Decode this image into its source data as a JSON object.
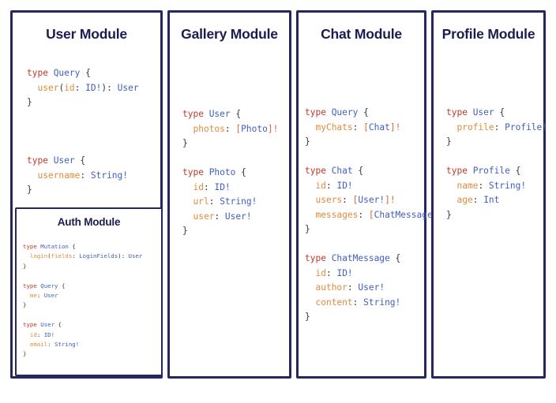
{
  "colors": {
    "panel_border": "#26275e",
    "title_text": "#1b1c50",
    "page_background": "#ffffff",
    "keyword": "#c0392b",
    "type_name": "#3f5fc0",
    "field_name": "#e08b3c",
    "punctuation": "#3a3a3a",
    "list_bracket": "#d06a3a"
  },
  "panels": {
    "user": {
      "title": "User Module",
      "code_lines": [
        [
          {
            "t": "type ",
            "c": "kw"
          },
          {
            "t": "Query",
            "c": "type"
          },
          {
            "t": " {",
            "c": "punct"
          }
        ],
        [
          {
            "t": "  ",
            "c": "punct"
          },
          {
            "t": "user",
            "c": "field"
          },
          {
            "t": "(",
            "c": "punct"
          },
          {
            "t": "id",
            "c": "field"
          },
          {
            "t": ": ",
            "c": "punct"
          },
          {
            "t": "ID!",
            "c": "type"
          },
          {
            "t": ")",
            "c": "punct"
          },
          {
            "t": ": ",
            "c": "punct"
          },
          {
            "t": "User",
            "c": "type"
          }
        ],
        [
          {
            "t": "}",
            "c": "punct"
          }
        ],
        [],
        [],
        [],
        [
          {
            "t": "type ",
            "c": "kw"
          },
          {
            "t": "User",
            "c": "type"
          },
          {
            "t": " {",
            "c": "punct"
          }
        ],
        [
          {
            "t": "  ",
            "c": "punct"
          },
          {
            "t": "username",
            "c": "field"
          },
          {
            "t": ": ",
            "c": "punct"
          },
          {
            "t": "String!",
            "c": "type"
          }
        ],
        [
          {
            "t": "}",
            "c": "punct"
          }
        ]
      ]
    },
    "auth": {
      "title": "Auth Module",
      "code_lines": [
        [
          {
            "t": "type ",
            "c": "kw"
          },
          {
            "t": "Mutation",
            "c": "type"
          },
          {
            "t": " {",
            "c": "punct"
          }
        ],
        [
          {
            "t": "  ",
            "c": "punct"
          },
          {
            "t": "login",
            "c": "field"
          },
          {
            "t": "(",
            "c": "punct"
          },
          {
            "t": "fields",
            "c": "field"
          },
          {
            "t": ": ",
            "c": "punct"
          },
          {
            "t": "LoginFields",
            "c": "type"
          },
          {
            "t": ")",
            "c": "punct"
          },
          {
            "t": ": ",
            "c": "punct"
          },
          {
            "t": "User",
            "c": "type"
          }
        ],
        [
          {
            "t": "}",
            "c": "punct"
          }
        ],
        [],
        [
          {
            "t": "type ",
            "c": "kw"
          },
          {
            "t": "Query",
            "c": "type"
          },
          {
            "t": " {",
            "c": "punct"
          }
        ],
        [
          {
            "t": "  ",
            "c": "punct"
          },
          {
            "t": "me",
            "c": "field"
          },
          {
            "t": ": ",
            "c": "punct"
          },
          {
            "t": "User",
            "c": "type"
          }
        ],
        [
          {
            "t": "}",
            "c": "punct"
          }
        ],
        [],
        [
          {
            "t": "type ",
            "c": "kw"
          },
          {
            "t": "User",
            "c": "type"
          },
          {
            "t": " {",
            "c": "punct"
          }
        ],
        [
          {
            "t": "  ",
            "c": "punct"
          },
          {
            "t": "id",
            "c": "field"
          },
          {
            "t": ": ",
            "c": "punct"
          },
          {
            "t": "ID!",
            "c": "type"
          }
        ],
        [
          {
            "t": "  ",
            "c": "punct"
          },
          {
            "t": "email",
            "c": "field"
          },
          {
            "t": ": ",
            "c": "punct"
          },
          {
            "t": "String!",
            "c": "type"
          }
        ],
        [
          {
            "t": "}",
            "c": "punct"
          }
        ]
      ]
    },
    "gallery": {
      "title": "Gallery Module",
      "code_lines": [
        [
          {
            "t": "type ",
            "c": "kw"
          },
          {
            "t": "User",
            "c": "type"
          },
          {
            "t": " {",
            "c": "punct"
          }
        ],
        [
          {
            "t": "  ",
            "c": "punct"
          },
          {
            "t": "photos",
            "c": "field"
          },
          {
            "t": ": ",
            "c": "punct"
          },
          {
            "t": "[",
            "c": "bracket"
          },
          {
            "t": "Photo",
            "c": "type"
          },
          {
            "t": "]!",
            "c": "bracket"
          }
        ],
        [
          {
            "t": "}",
            "c": "punct"
          }
        ],
        [],
        [
          {
            "t": "type ",
            "c": "kw"
          },
          {
            "t": "Photo",
            "c": "type"
          },
          {
            "t": " {",
            "c": "punct"
          }
        ],
        [
          {
            "t": "  ",
            "c": "punct"
          },
          {
            "t": "id",
            "c": "field"
          },
          {
            "t": ": ",
            "c": "punct"
          },
          {
            "t": "ID!",
            "c": "type"
          }
        ],
        [
          {
            "t": "  ",
            "c": "punct"
          },
          {
            "t": "url",
            "c": "field"
          },
          {
            "t": ": ",
            "c": "punct"
          },
          {
            "t": "String!",
            "c": "type"
          }
        ],
        [
          {
            "t": "  ",
            "c": "punct"
          },
          {
            "t": "user",
            "c": "field"
          },
          {
            "t": ": ",
            "c": "punct"
          },
          {
            "t": "User!",
            "c": "type"
          }
        ],
        [
          {
            "t": "}",
            "c": "punct"
          }
        ]
      ]
    },
    "chat": {
      "title": "Chat Module",
      "code_lines": [
        [
          {
            "t": "type ",
            "c": "kw"
          },
          {
            "t": "Query",
            "c": "type"
          },
          {
            "t": " {",
            "c": "punct"
          }
        ],
        [
          {
            "t": "  ",
            "c": "punct"
          },
          {
            "t": "myChats",
            "c": "field"
          },
          {
            "t": ": ",
            "c": "punct"
          },
          {
            "t": "[",
            "c": "bracket"
          },
          {
            "t": "Chat",
            "c": "type"
          },
          {
            "t": "]!",
            "c": "bracket"
          }
        ],
        [
          {
            "t": "}",
            "c": "punct"
          }
        ],
        [],
        [
          {
            "t": "type ",
            "c": "kw"
          },
          {
            "t": "Chat",
            "c": "type"
          },
          {
            "t": " {",
            "c": "punct"
          }
        ],
        [
          {
            "t": "  ",
            "c": "punct"
          },
          {
            "t": "id",
            "c": "field"
          },
          {
            "t": ": ",
            "c": "punct"
          },
          {
            "t": "ID!",
            "c": "type"
          }
        ],
        [
          {
            "t": "  ",
            "c": "punct"
          },
          {
            "t": "users",
            "c": "field"
          },
          {
            "t": ": ",
            "c": "punct"
          },
          {
            "t": "[",
            "c": "bracket"
          },
          {
            "t": "User!",
            "c": "type"
          },
          {
            "t": "]!",
            "c": "bracket"
          }
        ],
        [
          {
            "t": "  ",
            "c": "punct"
          },
          {
            "t": "messages",
            "c": "field"
          },
          {
            "t": ": ",
            "c": "punct"
          },
          {
            "t": "[",
            "c": "bracket"
          },
          {
            "t": "ChatMessage",
            "c": "type"
          },
          {
            "t": "]!",
            "c": "bracket"
          }
        ],
        [
          {
            "t": "}",
            "c": "punct"
          }
        ],
        [],
        [
          {
            "t": "type ",
            "c": "kw"
          },
          {
            "t": "ChatMessage",
            "c": "type"
          },
          {
            "t": " {",
            "c": "punct"
          }
        ],
        [
          {
            "t": "  ",
            "c": "punct"
          },
          {
            "t": "id",
            "c": "field"
          },
          {
            "t": ": ",
            "c": "punct"
          },
          {
            "t": "ID!",
            "c": "type"
          }
        ],
        [
          {
            "t": "  ",
            "c": "punct"
          },
          {
            "t": "author",
            "c": "field"
          },
          {
            "t": ": ",
            "c": "punct"
          },
          {
            "t": "User!",
            "c": "type"
          }
        ],
        [
          {
            "t": "  ",
            "c": "punct"
          },
          {
            "t": "content",
            "c": "field"
          },
          {
            "t": ": ",
            "c": "punct"
          },
          {
            "t": "String!",
            "c": "type"
          }
        ],
        [
          {
            "t": "}",
            "c": "punct"
          }
        ]
      ]
    },
    "profile": {
      "title": "Profile Module",
      "code_lines": [
        [
          {
            "t": "type ",
            "c": "kw"
          },
          {
            "t": "User",
            "c": "type"
          },
          {
            "t": " {",
            "c": "punct"
          }
        ],
        [
          {
            "t": "  ",
            "c": "punct"
          },
          {
            "t": "profile",
            "c": "field"
          },
          {
            "t": ": ",
            "c": "punct"
          },
          {
            "t": "Profile!",
            "c": "type"
          }
        ],
        [
          {
            "t": "}",
            "c": "punct"
          }
        ],
        [],
        [
          {
            "t": "type ",
            "c": "kw"
          },
          {
            "t": "Profile",
            "c": "type"
          },
          {
            "t": " {",
            "c": "punct"
          }
        ],
        [
          {
            "t": "  ",
            "c": "punct"
          },
          {
            "t": "name",
            "c": "field"
          },
          {
            "t": ": ",
            "c": "punct"
          },
          {
            "t": "String!",
            "c": "type"
          }
        ],
        [
          {
            "t": "  ",
            "c": "punct"
          },
          {
            "t": "age",
            "c": "field"
          },
          {
            "t": ": ",
            "c": "punct"
          },
          {
            "t": "Int",
            "c": "type"
          }
        ],
        [
          {
            "t": "}",
            "c": "punct"
          }
        ]
      ]
    }
  }
}
